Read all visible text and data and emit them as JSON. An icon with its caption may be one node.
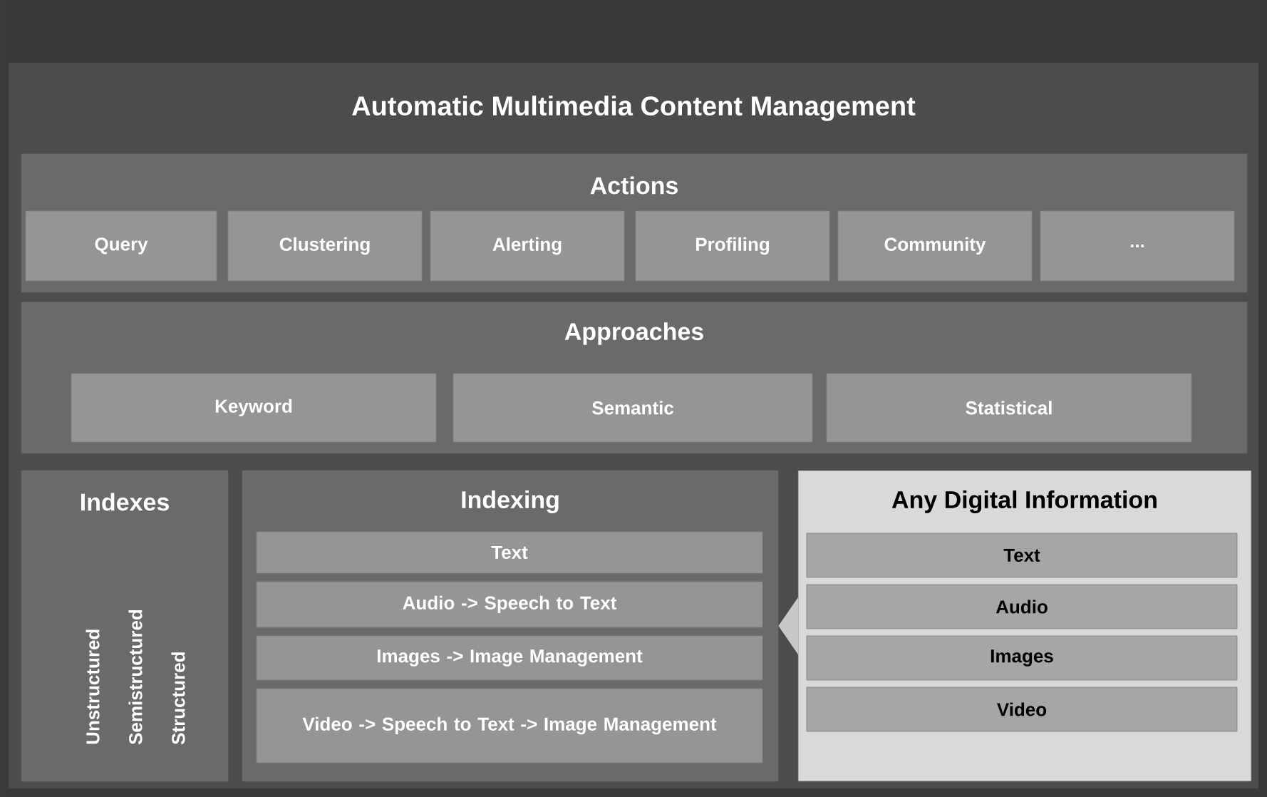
{
  "diagram": {
    "title": "Automatic Multimedia Content Management",
    "nodes": [
      {
        "text": [
          "Actions"
        ]
      },
      {
        "text": [
          "Query"
        ],
        "in": 0
      },
      {
        "text": [
          "Clustering"
        ],
        "in": 0
      },
      {
        "text": [
          "Alerting"
        ],
        "in": 0
      },
      {
        "text": [
          "Profiling"
        ],
        "in": 0
      },
      {
        "text": [
          "Community"
        ],
        "in": 0
      },
      {
        "text": [
          "..."
        ],
        "in": 0
      },
      {
        "text": [
          "Approaches"
        ]
      },
      {
        "text": [
          "Keyword"
        ],
        "in": 7
      },
      {
        "text": [
          "Semantic"
        ],
        "in": 7
      },
      {
        "text": [
          "Statistical"
        ],
        "in": 7
      },
      {
        "text": [
          "Indexes",
          "Unstructured",
          "Semistructured",
          "Structured"
        ]
      },
      {
        "text": [
          "Indexing"
        ]
      },
      {
        "text": [
          "Text"
        ],
        "in": 12
      },
      {
        "text": [
          "Audio -> Speech to Text"
        ],
        "in": 12
      },
      {
        "text": [
          "Images -> Image Management"
        ],
        "in": 12
      },
      {
        "text": [
          "Video -> Speech to Text -> Image Management"
        ],
        "in": 12
      },
      {
        "text": [
          "Any Digital Information"
        ]
      },
      {
        "text": [
          "Text"
        ],
        "in": 17
      },
      {
        "text": [
          "Audio"
        ],
        "in": 17
      },
      {
        "text": [
          "Images"
        ],
        "in": 17
      },
      {
        "text": [
          "Video"
        ],
        "in": 17
      }
    ],
    "edges": [
      {
        "from": 17,
        "to": 12,
        "arrow": "to"
      }
    ]
  }
}
